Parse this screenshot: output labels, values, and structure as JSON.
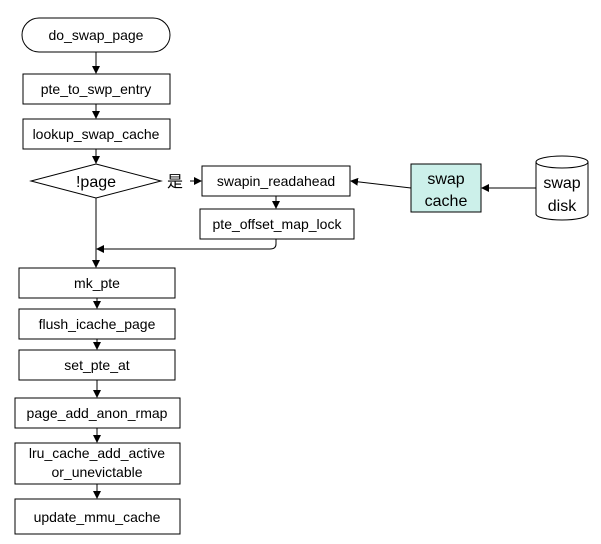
{
  "nodes": {
    "do_swap_page": "do_swap_page",
    "pte_to_swp_entry": "pte_to_swp_entry",
    "lookup_swap_cache": "lookup_swap_cache",
    "not_page": "!page",
    "yes_label": "是",
    "swapin_readahead": "swapin_readahead",
    "pte_offset_map_lock": "pte_offset_map_lock",
    "swap_cache_line1": "swap",
    "swap_cache_line2": "cache",
    "swap_disk_line1": "swap",
    "swap_disk_line2": "disk",
    "mk_pte": "mk_pte",
    "flush_icache_page": "flush_icache_page",
    "set_pte_at": "set_pte_at",
    "page_add_anon_rmap": "page_add_anon_rmap",
    "lru_line1": "lru_cache_add_active",
    "lru_line2": "or_unevictable",
    "update_mmu_cache": "update_mmu_cache"
  },
  "colors": {
    "swap_cache_fill": "#ccf0ea",
    "stroke": "#000000"
  }
}
